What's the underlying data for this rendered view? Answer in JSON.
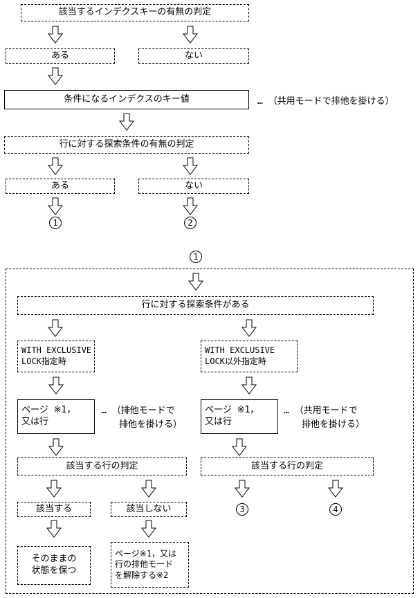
{
  "top": {
    "index_key_check": "該当するインデクスキーの有無の判定",
    "exists": "ある",
    "not_exists": "ない",
    "index_key_value": "条件になるインデクスのキー値",
    "shared_lock_note": "… （共用モードで排他を掛ける）",
    "row_search_check": "行に対する探索条件の有無の判定",
    "row_exists": "ある",
    "row_not_exists": "ない",
    "connector1": "1",
    "connector2": "2"
  },
  "detail": {
    "connector1": "1",
    "row_search_condition": "行に対する探索条件がある",
    "with_exclusive_lock": "WITH EXCLUSIVE\nLOCK指定時",
    "with_other_lock": "WITH EXCLUSIVE\nLOCK以外指定時",
    "page_or_row_left": "ページ ※1，\n又は行",
    "exclusive_lock_note": "… （排他モードで\n　　排他を掛ける）",
    "page_or_row_right": "ページ ※1，\n又は行",
    "shared_lock_note": "… （共用モードで\n　　排他を掛ける）",
    "row_determination_left": "該当する行の判定",
    "row_determination_right": "該当する行の判定",
    "applicable": "該当する",
    "not_applicable": "該当しない",
    "connector3": "3",
    "connector4": "4",
    "keep_state": "そのままの\n状態を保つ",
    "release_lock": "ページ※1，又は\n行の排他モード\nを解除する※2"
  }
}
